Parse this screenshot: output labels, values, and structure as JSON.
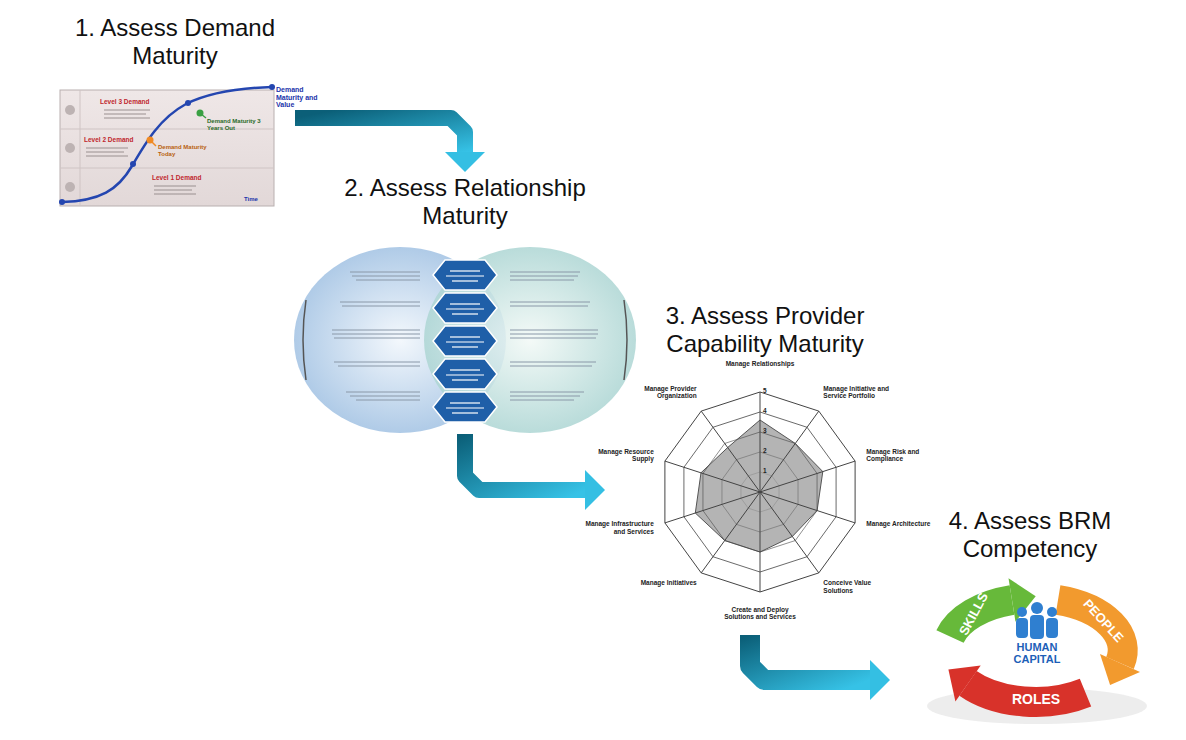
{
  "diagram": {
    "nodes": [
      {
        "text": [
          "1. Assess Demand Maturity"
        ]
      },
      {
        "text": [
          "2. Assess Relationship Maturity"
        ]
      },
      {
        "text": [
          "3. Assess Provider Capability Maturity"
        ]
      },
      {
        "text": [
          "4. Assess BRM Competency"
        ]
      }
    ],
    "edges": [
      {
        "from": 0,
        "to": 1,
        "arrow": "to"
      },
      {
        "from": 1,
        "to": 2,
        "arrow": "to"
      },
      {
        "from": 2,
        "to": 3,
        "arrow": "to"
      }
    ],
    "labels": [
      "Demand Maturity and Value",
      "Level 3 Demand",
      "Demand Maturity 3 Years Out",
      "Level 2 Demand",
      "Demand Maturity Today",
      "Level 1 Demand",
      "Time",
      "Manage Relationships",
      "Manage Initiative and Service Portfolio",
      "Manage Risk and Compliance",
      "Manage Architecture",
      "Conceive Value Solutions",
      "Create and Deploy Solutions and Services",
      "Manage Initiatives",
      "Manage Infrastructure and Services",
      "Manage Resource Supply",
      "Manage Provider Organization",
      "5",
      "4",
      "3",
      "2",
      "1",
      "SKILLS",
      "PEOPLE",
      "ROLES",
      "HUMAN CAPITAL"
    ]
  }
}
